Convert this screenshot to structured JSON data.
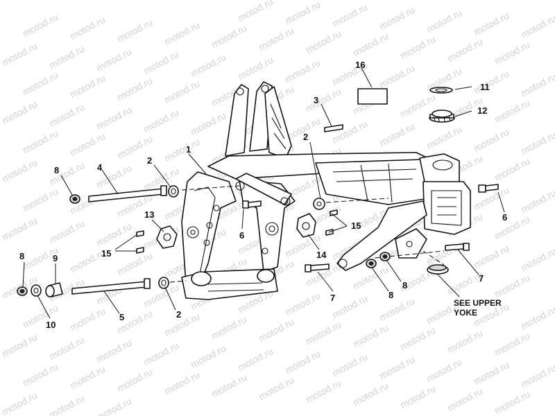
{
  "watermark": {
    "text": "motod.ru"
  },
  "callouts": [
    {
      "id": "c1",
      "text": "1"
    },
    {
      "id": "c2a",
      "text": "2"
    },
    {
      "id": "c2b",
      "text": "2"
    },
    {
      "id": "c2c",
      "text": "2"
    },
    {
      "id": "c3",
      "text": "3"
    },
    {
      "id": "c4",
      "text": "4"
    },
    {
      "id": "c5",
      "text": "5"
    },
    {
      "id": "c6a",
      "text": "6"
    },
    {
      "id": "c6b",
      "text": "6"
    },
    {
      "id": "c7a",
      "text": "7"
    },
    {
      "id": "c7b",
      "text": "7"
    },
    {
      "id": "c8a",
      "text": "8"
    },
    {
      "id": "c8b",
      "text": "8"
    },
    {
      "id": "c8c",
      "text": "8"
    },
    {
      "id": "c8d",
      "text": "8"
    },
    {
      "id": "c9",
      "text": "9"
    },
    {
      "id": "c10",
      "text": "10"
    },
    {
      "id": "c11",
      "text": "11"
    },
    {
      "id": "c12",
      "text": "12"
    },
    {
      "id": "c13",
      "text": "13"
    },
    {
      "id": "c14",
      "text": "14"
    },
    {
      "id": "c15a",
      "text": "15"
    },
    {
      "id": "c15b",
      "text": "15"
    },
    {
      "id": "c16",
      "text": "16"
    }
  ],
  "note": {
    "line1": "SEE UPPER",
    "line2": "YOKE"
  }
}
